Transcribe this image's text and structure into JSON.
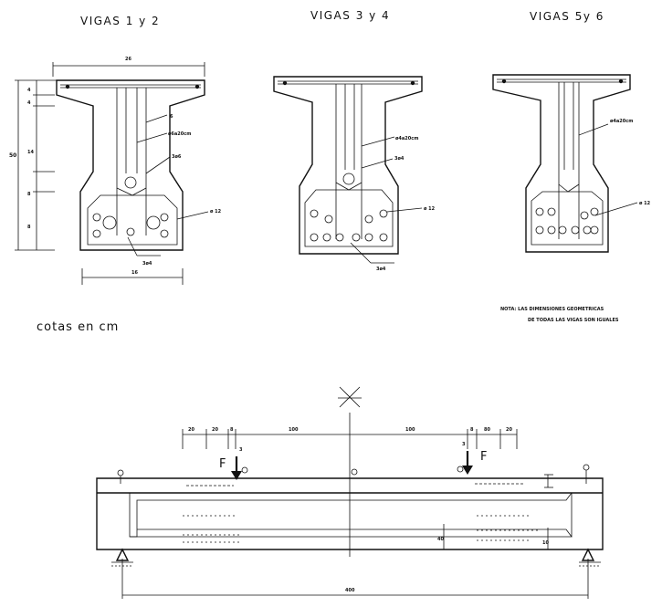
{
  "titles": {
    "beam_1_2": "VIGAS 1 y 2",
    "beam_3_4": "VIGAS 3 y 4",
    "beam_5_6": "VIGAS 5y 6"
  },
  "units_note": "cotas en cm",
  "nota": {
    "line1": "NOTA: LAS DIMENSIONES GEOMETRICAS",
    "line2": "DE TODAS LAS VIGAS SON IGUALES"
  },
  "section1": {
    "width_top": "26",
    "height_total": "50",
    "bottom_width": "16",
    "dim_left_1": "4",
    "dim_left_2": "4",
    "dim_left_3": "14",
    "dim_left_4": "8",
    "dim_left_5": "8",
    "rebar_web": "6",
    "stirrup": "ø6a20cm",
    "top_bars": "3ø6",
    "side_bars": "ø 12",
    "bottom_bars": "3ø4"
  },
  "section2": {
    "stirrup": "ø4a20cm",
    "top_bars": "3ø4",
    "side_bars": "ø 12",
    "bottom_bars": "3ø4"
  },
  "section3": {
    "stirrup": "ø4a20cm",
    "side_bars": "ø 12"
  },
  "elevation": {
    "dims_left": [
      "20",
      "20",
      "8"
    ],
    "dims_right": [
      "8",
      "80",
      "20"
    ],
    "half_left": "100",
    "half_right": "100",
    "load_label_left": "F",
    "load_label_right": "F",
    "load_offset_left": "3",
    "load_offset_right": "3",
    "span": "400",
    "height_right": "40",
    "height_mid": "10"
  }
}
